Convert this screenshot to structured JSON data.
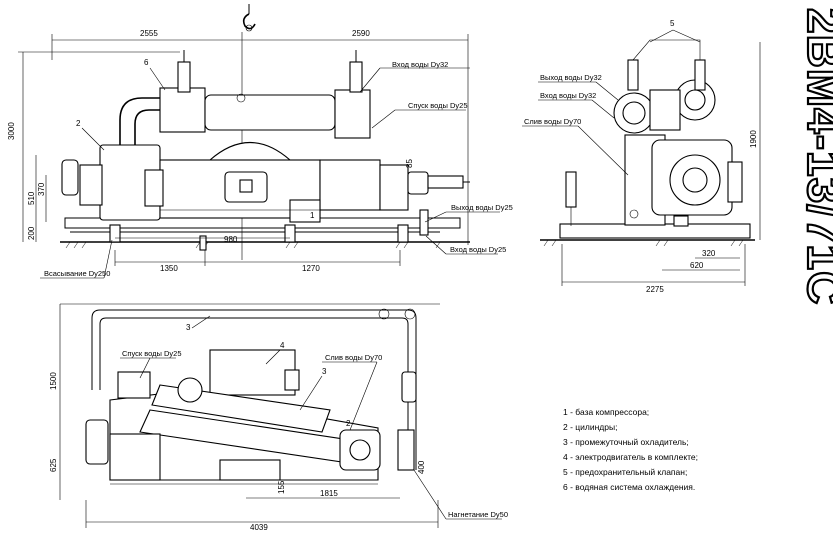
{
  "title": "2ВМ4-13/71С",
  "front_view": {
    "dimensions": [
      "2555",
      "2590",
      "3000",
      "510",
      "370",
      "200",
      "980",
      "1350",
      "1270",
      "85"
    ],
    "callouts": [
      "6",
      "2",
      "1"
    ],
    "labels": {
      "water_in_top": "Вход воды Dy32",
      "water_drain_top": "Спуск воды Dy25",
      "water_out_right": "Выход воды Dy25",
      "water_in_right": "Вход воды Dy25",
      "suction": "Всасывание Dy250"
    }
  },
  "side_view": {
    "dimensions": [
      "1900",
      "320",
      "620",
      "2275"
    ],
    "callouts": [
      "5"
    ],
    "labels": {
      "water_out": "Выход воды Dy32",
      "water_in": "Вход воды Dy32",
      "water_drain": "Слив воды Dy70"
    }
  },
  "plan_view": {
    "dimensions": [
      "1500",
      "625",
      "400",
      "155",
      "1815",
      "4039"
    ],
    "callouts": [
      "3",
      "4",
      "3",
      "2"
    ],
    "labels": {
      "water_drain": "Спуск воды Dy25",
      "water_outlet": "Слив воды Dy70",
      "discharge": "Нагнетание Dy50"
    }
  },
  "legend": [
    "1 - база компрессора;",
    "2 - цилиндры;",
    "3 - промежуточный охладитель;",
    "4 - электродвигатель в комплекте;",
    "5 - предохранительный клапан;",
    "6 - водяная система охлаждения."
  ]
}
